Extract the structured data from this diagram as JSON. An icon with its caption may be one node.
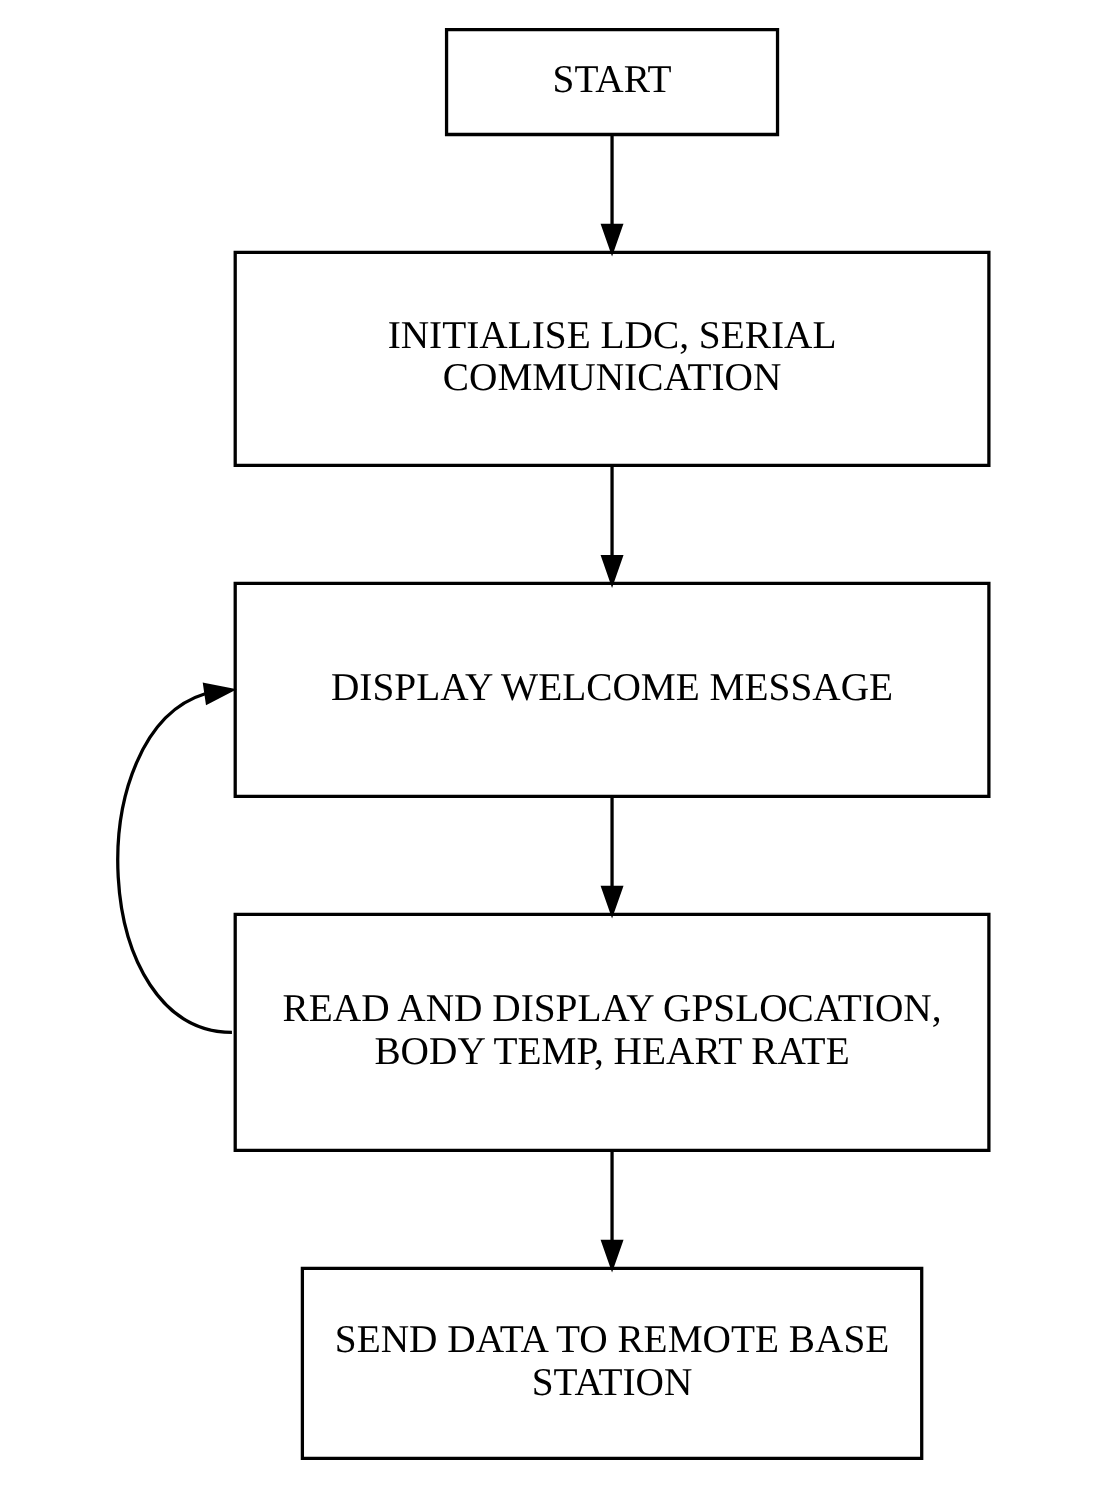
{
  "diagram": {
    "nodes": [
      {
        "text": [
          "START"
        ]
      },
      {
        "text": [
          "INITIALISE LDC, SERIAL COMMUNICATION"
        ]
      },
      {
        "text": [
          "DISPLAY WELCOME MESSAGE"
        ]
      },
      {
        "text": [
          "READ AND DISPLAY GPSLOCATION, BODY TEMP, HEART RATE"
        ]
      },
      {
        "text": [
          "SEND DATA TO REMOTE BASE STATION"
        ]
      }
    ],
    "edges": [
      {
        "from": 0,
        "to": 1,
        "arrow": "to"
      },
      {
        "from": 1,
        "to": 2,
        "arrow": "to"
      },
      {
        "from": 2,
        "to": 3,
        "arrow": "to"
      },
      {
        "from": 3,
        "to": 2,
        "arrow": "to"
      },
      {
        "from": 3,
        "to": 4,
        "arrow": "to"
      }
    ]
  }
}
